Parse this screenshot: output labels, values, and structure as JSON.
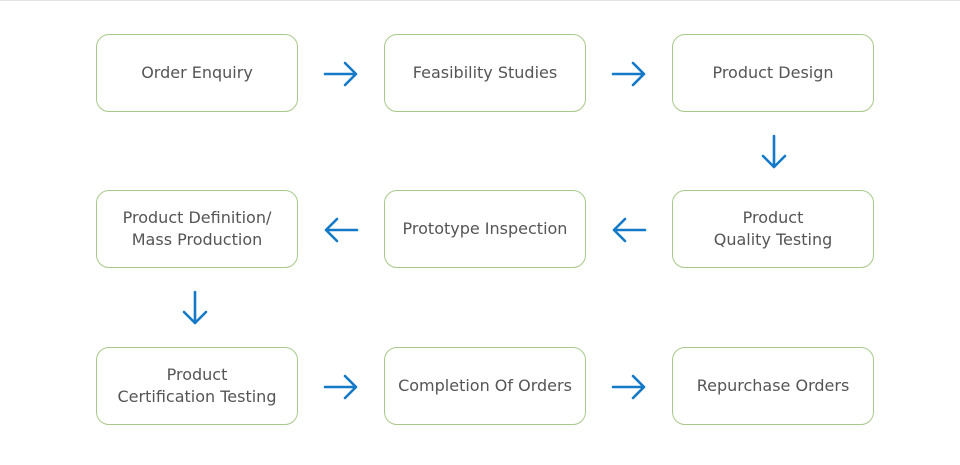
{
  "flow": {
    "accent_color": "#1479c7",
    "border_color": "#a8c98a",
    "text_color": "#555555",
    "steps": [
      {
        "lines": [
          "Order Enquiry"
        ]
      },
      {
        "lines": [
          "Feasibility Studies"
        ]
      },
      {
        "lines": [
          "Product Design"
        ]
      },
      {
        "lines": [
          "Product",
          "Quality Testing"
        ]
      },
      {
        "lines": [
          "Prototype Inspection"
        ]
      },
      {
        "lines": [
          "Product Definition/",
          "Mass Production"
        ]
      },
      {
        "lines": [
          "Product",
          "Certification Testing"
        ]
      },
      {
        "lines": [
          "Completion Of Orders"
        ]
      },
      {
        "lines": [
          "Repurchase Orders"
        ]
      }
    ],
    "connectors": [
      {
        "from": 0,
        "to": 1,
        "direction": "right"
      },
      {
        "from": 1,
        "to": 2,
        "direction": "right"
      },
      {
        "from": 2,
        "to": 3,
        "direction": "down"
      },
      {
        "from": 3,
        "to": 4,
        "direction": "left"
      },
      {
        "from": 4,
        "to": 5,
        "direction": "left"
      },
      {
        "from": 5,
        "to": 6,
        "direction": "down"
      },
      {
        "from": 6,
        "to": 7,
        "direction": "right"
      },
      {
        "from": 7,
        "to": 8,
        "direction": "right"
      }
    ]
  }
}
